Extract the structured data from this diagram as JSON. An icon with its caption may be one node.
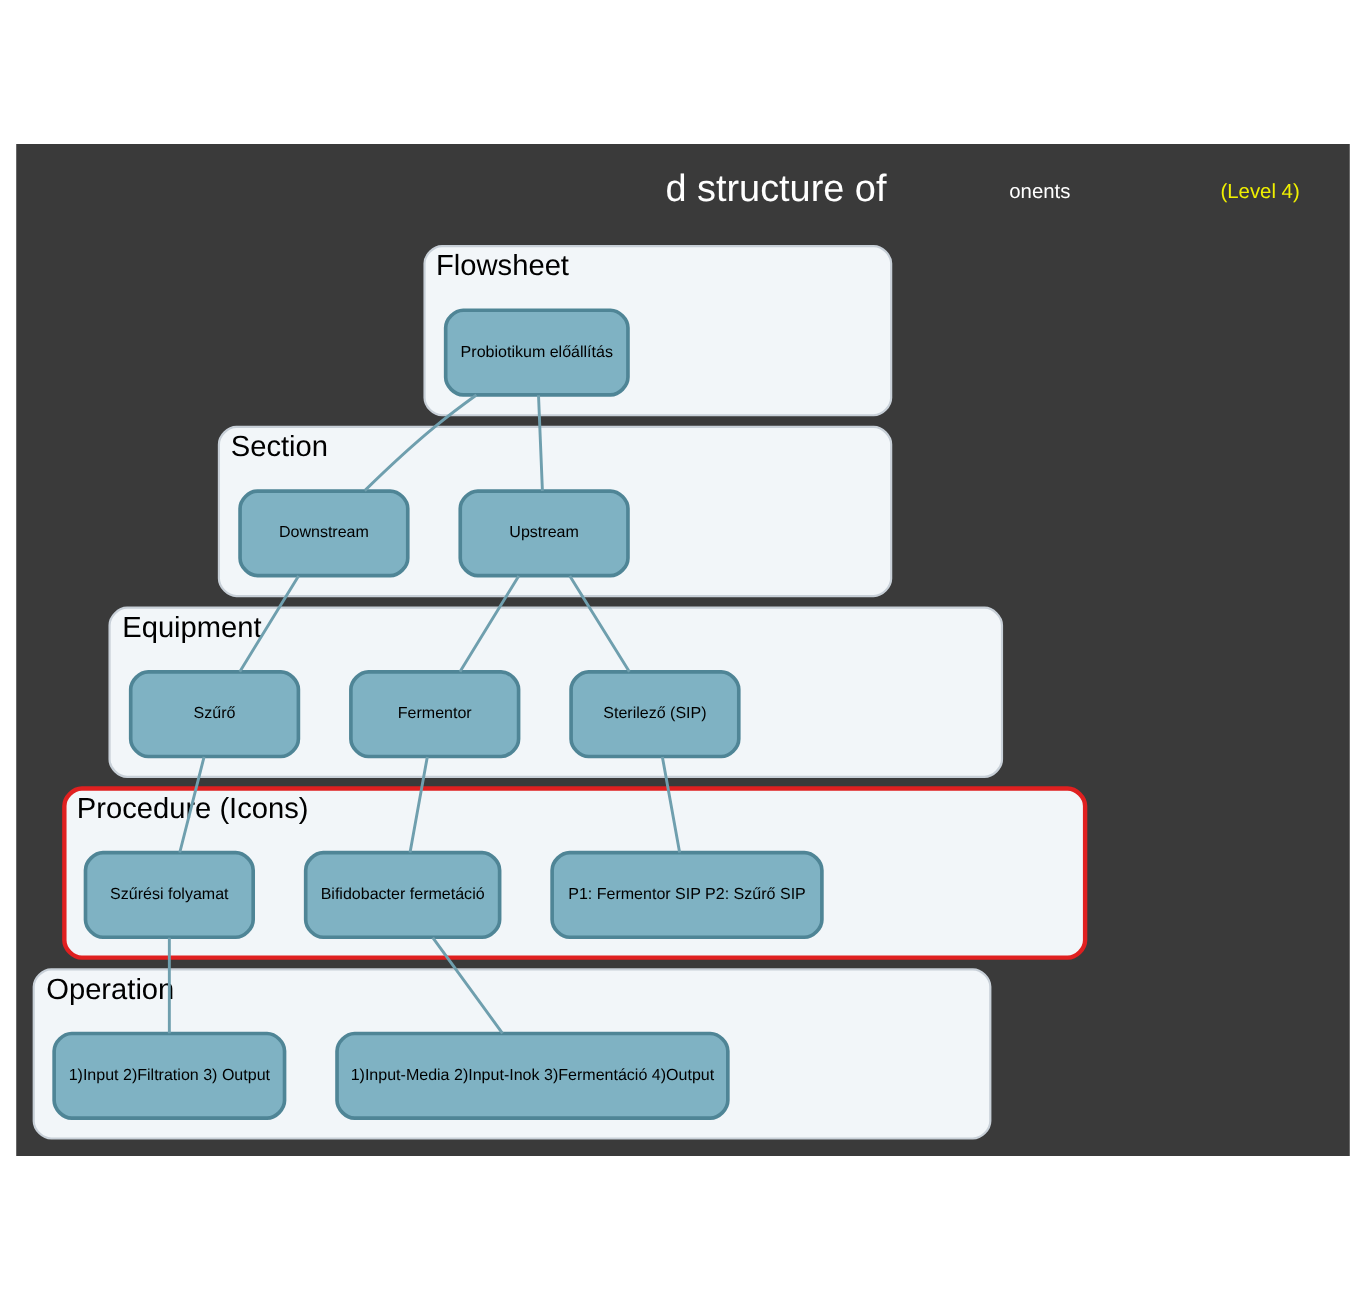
{
  "diagram": {
    "nodes": [
      {
        "text": [
          "Flowsheet"
        ]
      },
      {
        "text": [
          "Probiotikum előállítás"
        ],
        "in": 0
      },
      {
        "text": [
          "Section"
        ]
      },
      {
        "text": [
          "Upstream"
        ],
        "in": 2
      },
      {
        "text": [
          "Downstream"
        ],
        "in": 2
      },
      {
        "text": [
          "Equipment"
        ]
      },
      {
        "text": [
          "Sterilező (SIP)"
        ],
        "in": 5
      },
      {
        "text": [
          "Fermentor"
        ],
        "in": 5
      },
      {
        "text": [
          "Szűrő"
        ],
        "in": 5
      },
      {
        "text": [
          "Procedure (Icons)"
        ]
      },
      {
        "text": [
          "P1: Fermentor SIP P2: Szűrő SIP"
        ],
        "in": 9
      },
      {
        "text": [
          "Bifidobacter fermetáció"
        ],
        "in": 9
      },
      {
        "text": [
          "Szűrési folyamat"
        ],
        "in": 9
      },
      {
        "text": [
          "Operation"
        ]
      },
      {
        "text": [
          "1)Input-Media 2)Input-Inok 3)Fermentáció 4)Output"
        ],
        "in": 13
      },
      {
        "text": [
          "1)Input 2)Filtration 3) Output"
        ],
        "in": 13
      }
    ],
    "edges": [
      {
        "from": 1,
        "to": 3,
        "arrow": "none"
      },
      {
        "from": 1,
        "to": 4,
        "arrow": "none"
      },
      {
        "from": 3,
        "to": 6,
        "arrow": "none"
      },
      {
        "from": 3,
        "to": 7,
        "arrow": "none"
      },
      {
        "from": 4,
        "to": 8,
        "arrow": "none"
      },
      {
        "from": 6,
        "to": 10,
        "arrow": "none"
      },
      {
        "from": 7,
        "to": 11,
        "arrow": "none"
      },
      {
        "from": 8,
        "to": 12,
        "arrow": "none"
      },
      {
        "from": 11,
        "to": 14,
        "arrow": "none"
      },
      {
        "from": 12,
        "to": 15,
        "arrow": "none"
      }
    ],
    "labels": [
      "d structure of",
      "onents",
      "(Level 4)"
    ]
  }
}
